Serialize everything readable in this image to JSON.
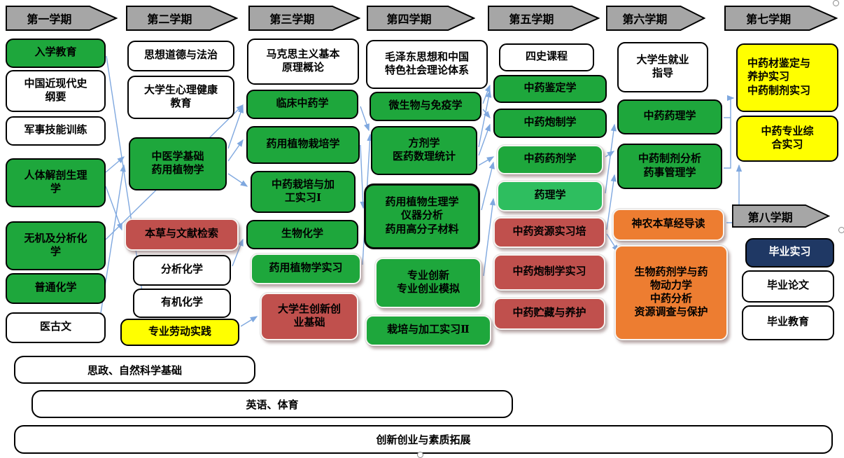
{
  "semesters": [
    "第一学期",
    "第二学期",
    "第三学期",
    "第四学期",
    "第五学期",
    "第六学期",
    "第七学期",
    "第八学期"
  ],
  "courses": {
    "ruxue_jiaoyu": "入学教育",
    "zhongguo_jinxiandaishi": "中国近现代史\n纲要",
    "junshi_jineng": "军事技能训练",
    "renti_jiepou": "人体解剖生理\n学",
    "wuji_fenxi": "无机及分析化\n学",
    "putong_huaxue": "普通化学",
    "yiguwen": "医古文",
    "sixiang_daode": "思想道德与法治",
    "xinli_jiankang": "大学生心理健康\n教育",
    "zhongyixue_jichu": "中医学基础\n药用植物学",
    "bencao_jiansuo": "本草与文献检索",
    "fenxi_huaxue": "分析化学",
    "youji_huaxue": "有机化学",
    "zhuanye_laodong": "专业劳动实践",
    "makesi_yuanli": "马克思主义基本\n原理概论",
    "linchuang_zhongyao": "临床中药学",
    "yaoyong_zaipei": "药用植物栽培学",
    "zaipei_shixi1": "中药栽培与加\n工实习Ⅰ",
    "shengwu_huaxue": "生物化学",
    "yaoyong_zhiwu_shixi": "药用植物学实习",
    "chuangxin_chuangye_jichu": "大学生创新创\n业基础",
    "maozedong_sixiang": "毛泽东思想和中国\n特色社会理论体系",
    "weishengwu_mianyi": "微生物与免疫学",
    "fangjixue_tongji": "方剂学\n医药数理统计",
    "zhiwu_shengli": "药用植物生理学\n仪器分析\n药用高分子材料",
    "zhuanye_chuangxin": "专业创新\n专业创业模拟",
    "zaipei_shixi2": "栽培与加工实习Ⅱ",
    "sishi_kecheng": "四史课程",
    "jiandingxue": "中药鉴定学",
    "paozhixue": "中药炮制学",
    "yaojixue": "中药药剂学",
    "yaolixue": "药理学",
    "ziyuan_shixi": "中药资源实习培",
    "paozhi_shixi": "中药炮制学实习",
    "zhucang_yanghu": "中药贮藏与养护",
    "jiuye_zhidao": "大学生就业\n指导",
    "zhongyao_yaolixue": "中药药理学",
    "zhiji_fenxi_guanli": "中药制剂分析\n药事管理学",
    "shennong_daodu": "神农本草经导读",
    "shengwu_yaojixue": "生物药剂学与药\n物动力学\n中药分析\n资源调查与保护",
    "jianding_yanghu_shixi": "中药材鉴定与\n养护实习\n中药制剂实习",
    "zhuanye_zonghe_shixi": "中药专业综\n合实习",
    "biye_shixi": "毕业实习",
    "biye_lunwen": "毕业论文",
    "biye_jiaoyu": "毕业教育"
  },
  "bands": [
    "思政、自然科学基础",
    "英语、体育",
    "创新创业与素质拓展"
  ],
  "colors": {
    "course_green": "#1EA73C",
    "course_light_green": "#2EBE5F",
    "course_red": "#C0504D",
    "course_orange": "#ED7D31",
    "course_yellow": "#FFFF00",
    "course_navy": "#1F3864",
    "header_gray": "#A6A6A6",
    "arrow_blue": "#7FA8DF"
  }
}
